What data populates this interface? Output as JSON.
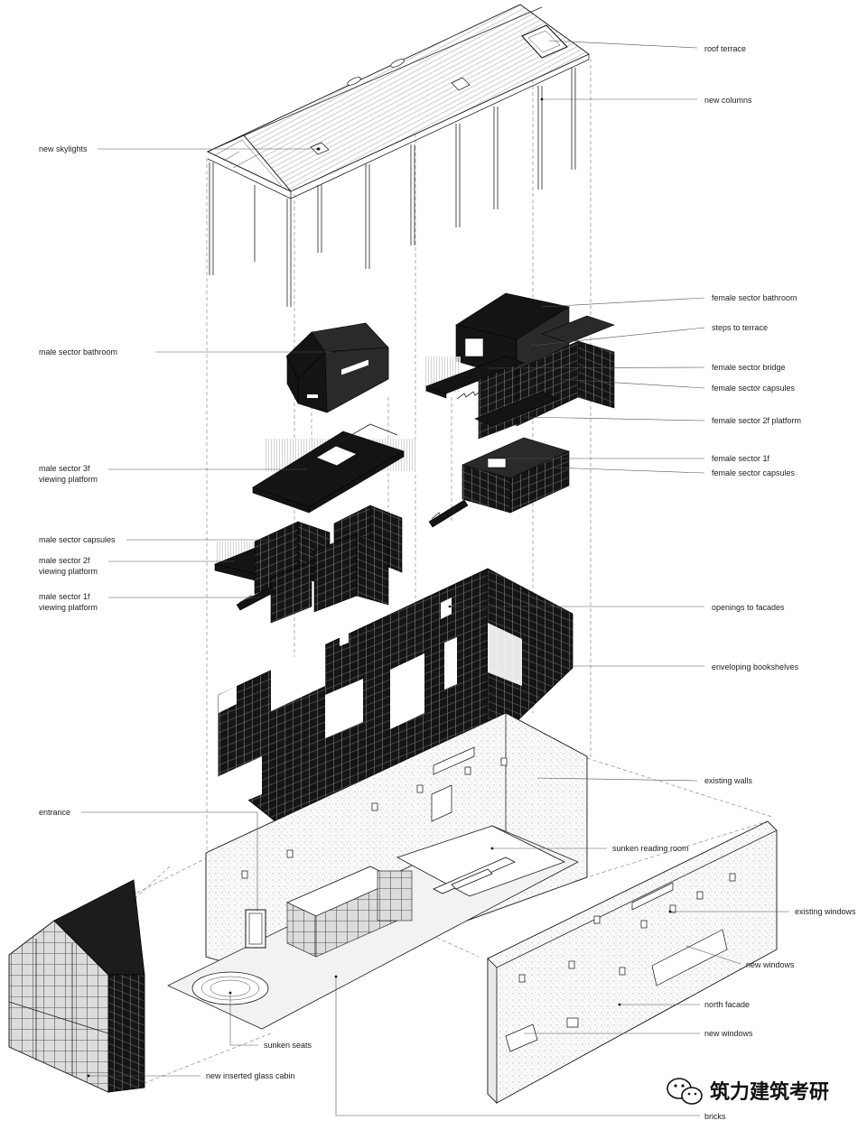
{
  "diagram": {
    "labels_left": [
      {
        "id": "new-skylights",
        "text": "new skylights"
      },
      {
        "id": "male-sector-bathroom",
        "text": "male sector bathroom"
      },
      {
        "id": "male-sector-3f-line1",
        "text": "male sector 3f"
      },
      {
        "id": "male-sector-3f-line2",
        "text": "viewing platform"
      },
      {
        "id": "male-sector-capsules",
        "text": "male sector capsules"
      },
      {
        "id": "male-sector-2f-line1",
        "text": "male sector 2f"
      },
      {
        "id": "male-sector-2f-line2",
        "text": "viewing platform"
      },
      {
        "id": "male-sector-1f-line1",
        "text": "male sector 1f"
      },
      {
        "id": "male-sector-1f-line2",
        "text": "viewing platform"
      },
      {
        "id": "entrance",
        "text": "entrance"
      }
    ],
    "labels_right": [
      {
        "id": "roof-terrace",
        "text": "roof terrace"
      },
      {
        "id": "new-columns",
        "text": "new columns"
      },
      {
        "id": "female-sector-bathroom",
        "text": "female sector bathroom"
      },
      {
        "id": "steps-to-terrace",
        "text": "steps to terrace"
      },
      {
        "id": "female-sector-bridge",
        "text": "female sector bridge"
      },
      {
        "id": "female-sector-capsules-upper",
        "text": "female sector capsules"
      },
      {
        "id": "female-sector-2f-platform",
        "text": "female sector 2f platform"
      },
      {
        "id": "female-sector-1f",
        "text": "female sector 1f"
      },
      {
        "id": "female-sector-capsules-lower",
        "text": "female sector capsules"
      },
      {
        "id": "openings-to-facades",
        "text": "openings to facades"
      },
      {
        "id": "enveloping-bookshelves",
        "text": "enveloping bookshelves"
      },
      {
        "id": "existing-walls",
        "text": "existing walls"
      },
      {
        "id": "sunken-reading-room",
        "text": "sunken reading room"
      },
      {
        "id": "existing-windows",
        "text": "existing windows"
      },
      {
        "id": "new-windows-upper",
        "text": "new windows"
      },
      {
        "id": "north-facade",
        "text": "north facade"
      },
      {
        "id": "new-windows-lower",
        "text": "new windows"
      }
    ],
    "labels_bottom": [
      {
        "id": "sunken-seats",
        "text": "sunken seats"
      },
      {
        "id": "new-inserted-glass-cabin",
        "text": "new inserted glass cabin"
      },
      {
        "id": "bricks",
        "text": "bricks"
      }
    ],
    "watermark": "筑力建筑考研"
  }
}
